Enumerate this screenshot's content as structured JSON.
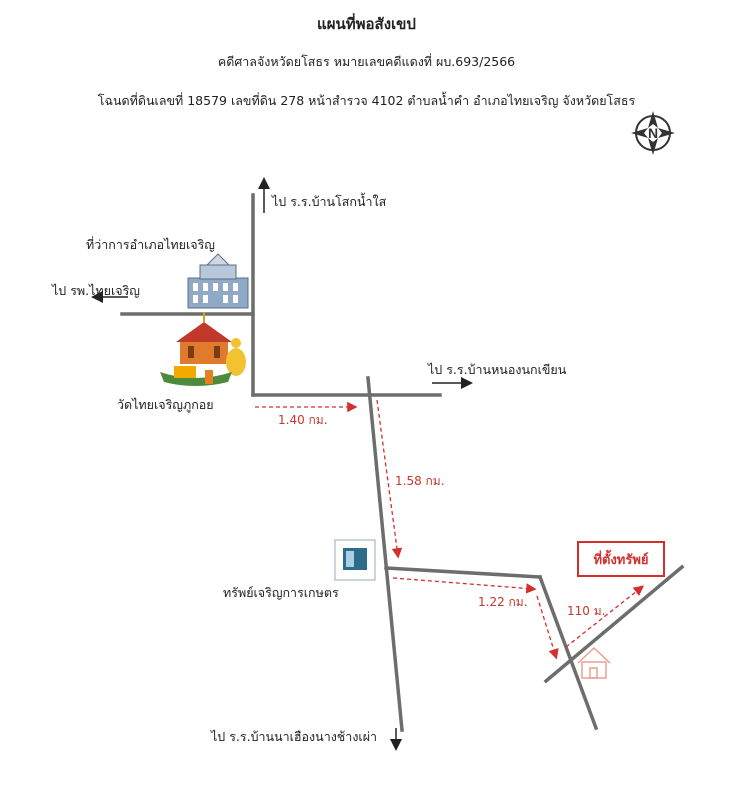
{
  "header": {
    "title": "แผนที่พอสังเขป",
    "case": "คดีศาลจังหวัดยโสธร หมายเลขคดีแดงที่ ผบ.693/2566",
    "deed": "โฉนดที่ดินเลขที่ 18579 เลขที่ดิน 278 หน้าสำรวจ 4102 ตำบลน้ำคำ อำเภอไทยเจริญ จังหวัดยโสธร"
  },
  "compass": {
    "letter": "N"
  },
  "directions": {
    "north": "ไป ร.ร.บ้านโสกน้ำใส",
    "west": "ไป รพ.ไทยเจริญ",
    "east": "ไป ร.ร.บ้านหนองนกเขียน",
    "south": "ไป ร.ร.บ้านนาเฮืองนางช้างเผ่า"
  },
  "landmarks": {
    "district_office": "ที่ว่าการอำเภอไทยเจริญ",
    "temple": "วัดไทยเจริญภูกอย",
    "shop": "ทรัพย์เจริญการเกษตร"
  },
  "distances": {
    "d1": "1.40 กม.",
    "d2": "1.58 กม.",
    "d3": "1.22 กม.",
    "d4": "110 ม."
  },
  "property_label": "ที่ตั้งทรัพย์",
  "colors": {
    "road": "#6d6d6d",
    "route": "#d32f2f",
    "property": "#d32f2f",
    "house": "#e8a090"
  }
}
